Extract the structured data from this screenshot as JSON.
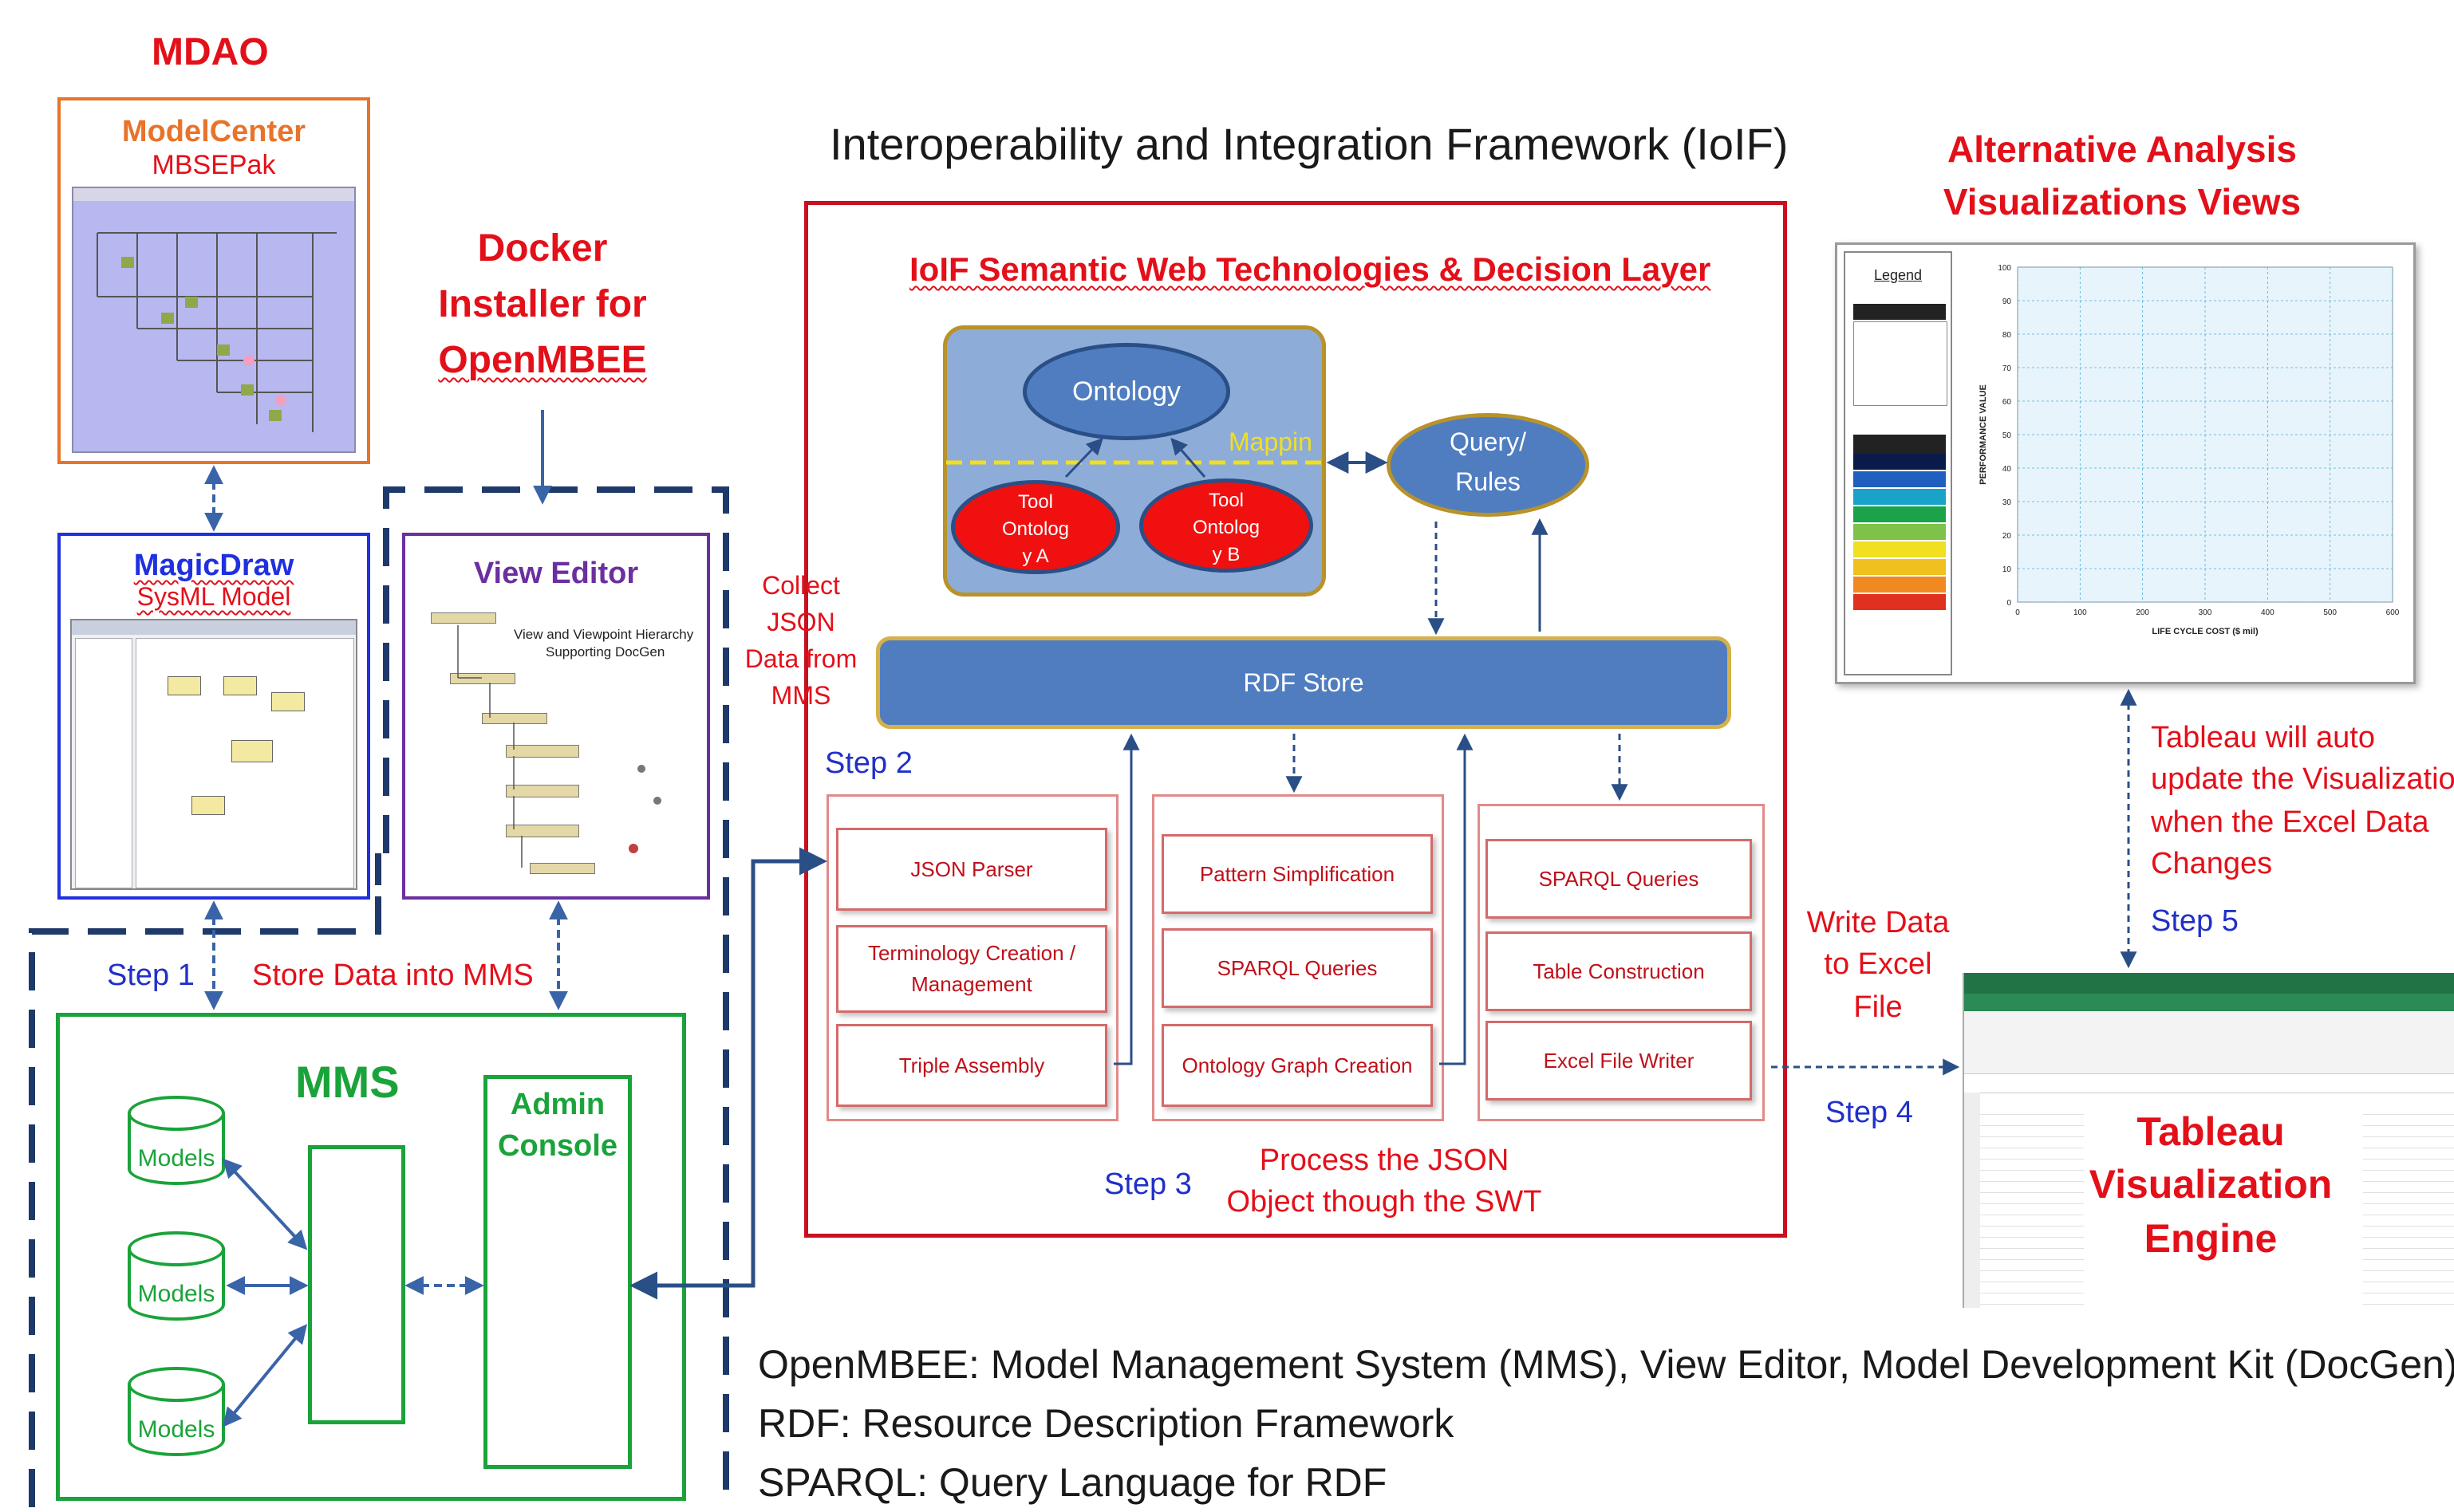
{
  "mdao": {
    "title": "MDAO",
    "modelcenter": "ModelCenter",
    "mbsepak": "MBSEPak"
  },
  "magicdraw": {
    "title": "MagicDraw",
    "subtitle": "SysML Model"
  },
  "docker": {
    "line1": "Docker",
    "line2": "Installer for",
    "line3": "OpenMBEE"
  },
  "view_editor": {
    "title": "View Editor",
    "thumb_title_1": "View and Viewpoint Hierarchy",
    "thumb_title_2": "Supporting DocGen"
  },
  "iolf": {
    "framework_title": "Interoperability and Integration Framework (IoIF)",
    "layer_title": "IoIF Semantic Web Technologies & Decision Layer",
    "ontology": "Ontology",
    "mapping": "Mappin",
    "tool_a": [
      "Tool",
      "Ontolog",
      "y A"
    ],
    "tool_b": [
      "Tool",
      "Ontolog",
      "y B"
    ],
    "query_rules": [
      "Query/",
      "Rules"
    ],
    "rdf_store": "RDF Store",
    "collect": [
      "Collect",
      "JSON",
      "Data from",
      "MMS"
    ],
    "step2": "Step 2",
    "col1": [
      "JSON Parser",
      "Terminology Creation / Management",
      "Triple Assembly"
    ],
    "col2": [
      "Pattern Simplification",
      "SPARQL Queries",
      "Ontology Graph Creation"
    ],
    "col3": [
      "SPARQL Queries",
      "Table Construction",
      "Excel File Writer"
    ],
    "step3": "Step 3",
    "process": [
      "Process the JSON",
      "Object though the SWT"
    ]
  },
  "mms": {
    "step1": "Step 1",
    "store": "Store Data into MMS",
    "title": "MMS",
    "admin": [
      "Admin",
      "Console"
    ],
    "models": [
      "Models",
      "Models",
      "Models"
    ]
  },
  "alt": {
    "title1": "Alternative Analysis",
    "title2": "Visualizations Views",
    "legend": "Legend",
    "xlabel": "LIFE CYCLE COST ($ mil)",
    "ylabel": "PERFORMANCE VALUE"
  },
  "tableau": {
    "note": [
      "Tableau will auto",
      "update the Visualization",
      "when the Excel Data",
      "Changes"
    ],
    "step5": "Step 5",
    "write": [
      "Write Data",
      "to Excel",
      "File"
    ],
    "step4": "Step 4",
    "engine": [
      "Tableau",
      "Visualization",
      "Engine"
    ]
  },
  "footer": [
    "OpenMBEE: Model Management System (MMS), View Editor, Model Development Kit (DocGen)",
    "RDF: Resource Description Framework",
    "SPARQL: Query Language for RDF"
  ],
  "colors": {
    "red": "#e3101a",
    "blue": "#2030c8",
    "green": "#1aa33a",
    "purple": "#6b2fa0",
    "orange": "#e8732a",
    "navy": "#1f3a6a"
  },
  "chart_data": {
    "type": "scatter",
    "xlabel": "LIFE CYCLE COST ($ mil)",
    "ylabel": "PERFORMANCE VALUE",
    "xlim": [
      0,
      600
    ],
    "ylim": [
      0,
      100
    ],
    "xticks": [
      "0",
      "100",
      "200",
      "300",
      "400",
      "500",
      "600"
    ],
    "yticks": [
      "0",
      "10",
      "20",
      "30",
      "40",
      "50",
      "60",
      "70",
      "80",
      "90",
      "100"
    ]
  }
}
